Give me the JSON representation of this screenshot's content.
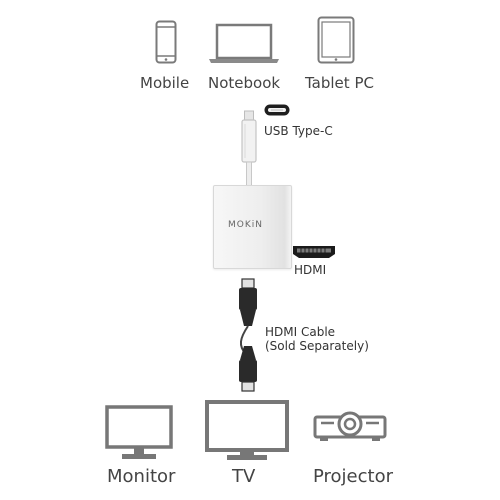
{
  "devices_top": {
    "mobile": "Mobile",
    "notebook": "Notebook",
    "tablet": "Tablet PC"
  },
  "connectors": {
    "usb_c": "USB Type-C",
    "hdmi": "HDMI",
    "hdmi_cable_line1": "HDMI Cable",
    "hdmi_cable_line2": "(Sold Separately)"
  },
  "adapter": {
    "brand": "MOKiN"
  },
  "devices_bottom": {
    "monitor": "Monitor",
    "tv": "TV",
    "projector": "Projector"
  },
  "icons": [
    "phone-icon",
    "laptop-icon",
    "tablet-icon",
    "usb-c-port-icon",
    "hdmi-port-icon",
    "monitor-icon",
    "tv-icon",
    "projector-icon"
  ],
  "colors": {
    "icon_stroke": "#7a7a7a",
    "text": "#444444",
    "adapter": "#eeeeee"
  }
}
